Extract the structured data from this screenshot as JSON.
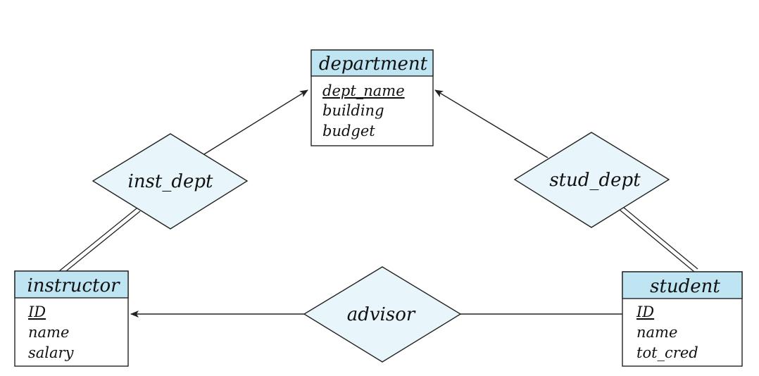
{
  "colors": {
    "header_fill": "#bfe5f2",
    "diamond_fill": "#e8f5fb",
    "stroke": "#222222",
    "background": "#ffffff"
  },
  "entities": {
    "department": {
      "name": "department",
      "attributes": [
        {
          "text": "dept_name",
          "primary_key": true
        },
        {
          "text": "building",
          "primary_key": false
        },
        {
          "text": "budget",
          "primary_key": false
        }
      ]
    },
    "instructor": {
      "name": "instructor",
      "attributes": [
        {
          "text": "ID",
          "primary_key": true
        },
        {
          "text": "name",
          "primary_key": false
        },
        {
          "text": "salary",
          "primary_key": false
        }
      ]
    },
    "student": {
      "name": "student",
      "attributes": [
        {
          "text": "ID",
          "primary_key": true
        },
        {
          "text": "name",
          "primary_key": false
        },
        {
          "text": "tot_cred",
          "primary_key": false
        }
      ]
    }
  },
  "relationships": {
    "inst_dept": {
      "name": "inst_dept"
    },
    "stud_dept": {
      "name": "stud_dept"
    },
    "advisor": {
      "name": "advisor"
    }
  }
}
